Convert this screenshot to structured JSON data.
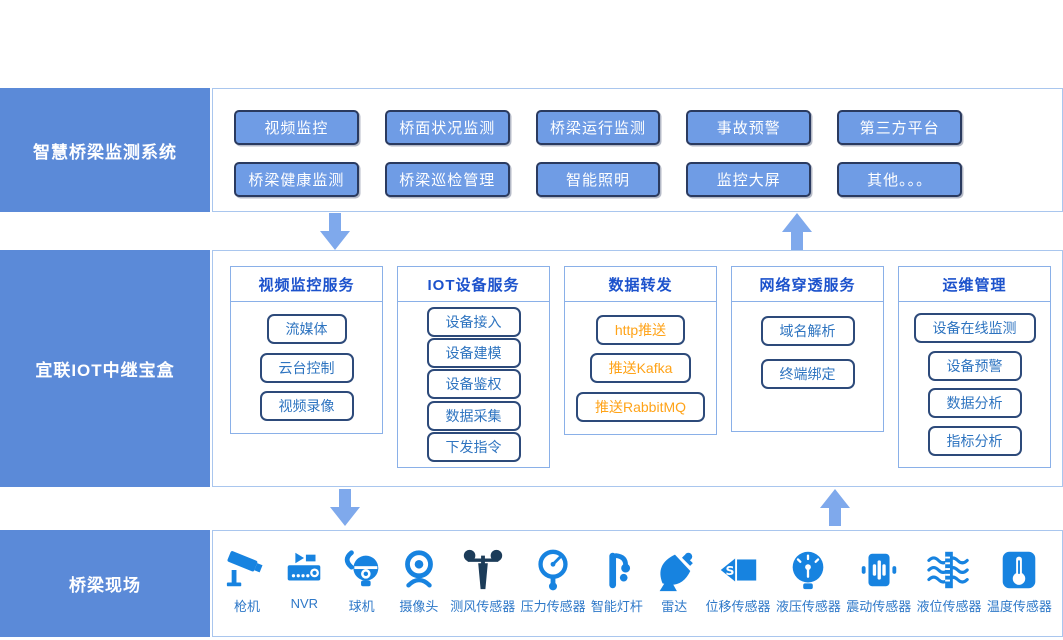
{
  "colors": {
    "banner_blue": "#5b8ad8",
    "platform_button_fill": "#6f9ce5",
    "platform_button_border": "#2a3a5f",
    "box_border_blue": "#8ab0e8",
    "section_border_blue": "#a9c6ee",
    "header_text_blue": "#1c52cc",
    "item_text_blue": "#2e74c0",
    "item_text_orange": "#ffa318",
    "device_icon_blue": "#1783e0",
    "wind_sensor_dark": "#1c3c59",
    "arrow_blue": "#7fa9ec"
  },
  "sections": {
    "platform": {
      "banner": "智慧桥梁监测系统",
      "buttons": [
        "视频监控",
        "桥面状况监测",
        "桥梁运行监测",
        "事故预警",
        "第三方平台",
        "桥梁健康监测",
        "桥梁巡检管理",
        "智能照明",
        "监控大屏",
        "其他。。。"
      ]
    },
    "gateway": {
      "banner": "宜联IOT中继宝盒",
      "columns": [
        {
          "title": "视频监控服务",
          "items": [
            "流媒体",
            "云台控制",
            "视频录像"
          ]
        },
        {
          "title": "IOT设备服务",
          "items": [
            "设备接入",
            "设备建模",
            "设备鉴权",
            "数据采集",
            "下发指令"
          ]
        },
        {
          "title": "数据转发",
          "items": [
            "http推送",
            "推送Kafka",
            "推送RabbitMQ"
          ]
        },
        {
          "title": "网络穿透服务",
          "items": [
            "域名解析",
            "终端绑定"
          ]
        },
        {
          "title": "运维管理",
          "items": [
            "设备在线监测",
            "设备预警",
            "数据分析",
            "指标分析"
          ]
        }
      ]
    },
    "field": {
      "banner": "桥梁现场",
      "devices": [
        {
          "label": "枪机",
          "icon": "bullet-camera-icon"
        },
        {
          "label": "NVR",
          "icon": "nvr-icon"
        },
        {
          "label": "球机",
          "icon": "dome-camera-icon"
        },
        {
          "label": "摄像头",
          "icon": "webcam-icon"
        },
        {
          "label": "测风传感器",
          "icon": "wind-sensor-icon"
        },
        {
          "label": "压力传感器",
          "icon": "pressure-gauge-icon"
        },
        {
          "label": "智能灯杆",
          "icon": "smart-light-pole-icon"
        },
        {
          "label": "雷达",
          "icon": "radar-dish-icon"
        },
        {
          "label": "位移传感器",
          "icon": "displacement-sensor-icon"
        },
        {
          "label": "液压传感器",
          "icon": "hydraulic-gauge-icon"
        },
        {
          "label": "震动传感器",
          "icon": "vibration-sensor-icon"
        },
        {
          "label": "液位传感器",
          "icon": "liquid-level-sensor-icon"
        },
        {
          "label": "温度传感器",
          "icon": "thermometer-icon"
        }
      ]
    }
  }
}
